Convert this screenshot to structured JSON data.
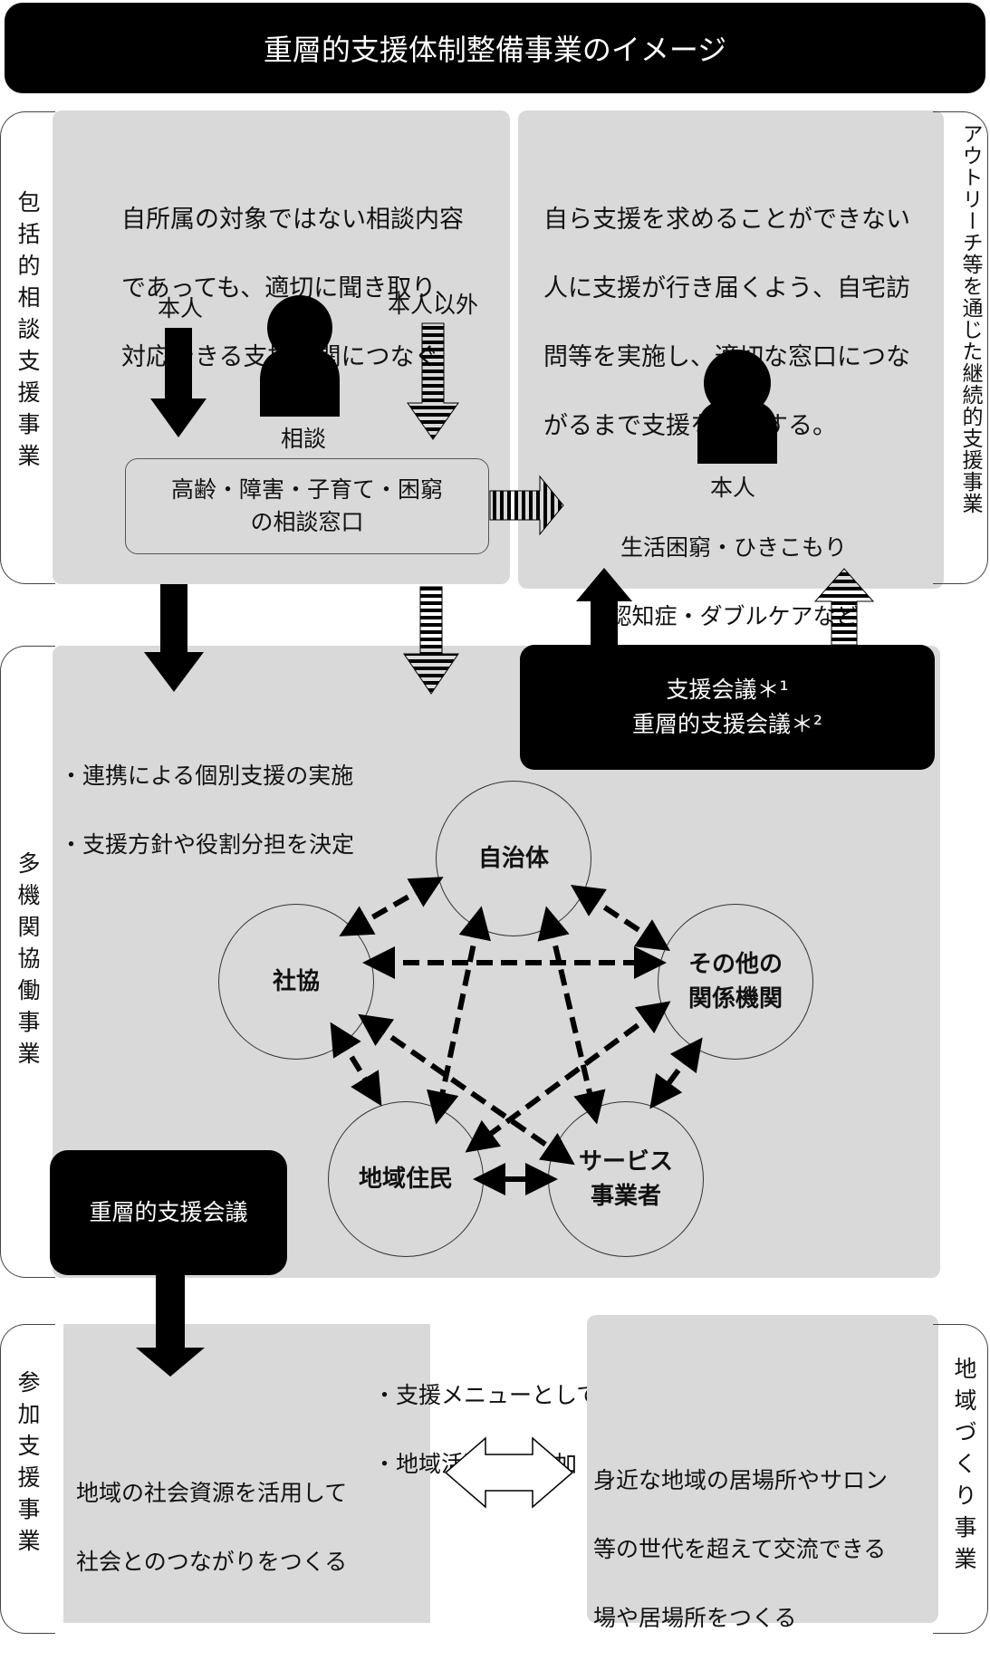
{
  "title": "重層的支援体制整備事業のイメージ",
  "sections": {
    "consult": {
      "label": "包括的相談支援事業",
      "left_text": [
        "自所属の対象ではない相談内容",
        "であっても、適切に聞き取り、",
        "対応できる支援機関につなぐ"
      ],
      "honnin": "本人",
      "honnin_igai": "本人以外",
      "soudan": "相談",
      "window": [
        "高齢・障害・子育て・困窮",
        "の相談窓口"
      ]
    },
    "outreach": {
      "label": "アウトリーチ等を通じた継続的支援事業",
      "text": [
        "自ら支援を求めることができない",
        "人に支援が行き届くよう、自宅訪",
        "問等を実施し、適切な窓口につな",
        "がるまで支援を継続する。"
      ],
      "person_label": "本人",
      "person_desc": [
        "生活困窮・ひきこもり",
        "認知症・ダブルケアなど"
      ]
    },
    "multi": {
      "label": "多機関協働事業",
      "meeting": [
        "支援会議＊¹",
        "重層的支援会議＊²"
      ],
      "bullets": [
        "・連携による個別支援の実施",
        "・支援方針や役割分担を決定"
      ],
      "nodes": {
        "jichitai": [
          "自治体"
        ],
        "shakyo": [
          "社協"
        ],
        "sonota": [
          "その他の",
          "関係機関"
        ],
        "jumin": [
          "地域住民"
        ],
        "service": [
          "サービス",
          "事業者"
        ]
      },
      "bottom_meeting": "重層的支援会議"
    },
    "participation": {
      "label": "参加支援事業",
      "text": [
        "地域の社会資源を活用して",
        "社会とのつながりをつくる"
      ],
      "bullets": [
        "・支援メニューとして提供",
        "・地域活動への参加"
      ]
    },
    "community": {
      "label": "地域づくり事業",
      "text": [
        "身近な地域の居場所やサロン",
        "等の世代を超えて交流できる",
        "場や居場所をつくる"
      ]
    }
  },
  "colors": {
    "panel": "#d9d9d9",
    "black": "#000000",
    "white": "#ffffff"
  }
}
